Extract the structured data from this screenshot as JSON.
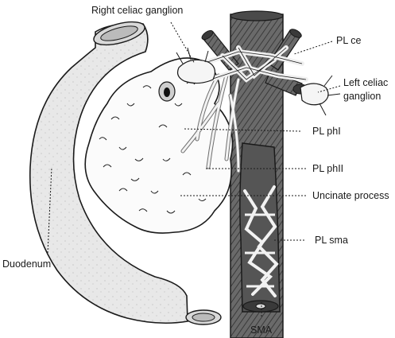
{
  "labels": {
    "right_celiac_ganglion": "Right celiac ganglion",
    "pl_ce": "PL ce",
    "left_celiac_ganglion_line1": "Left celiac",
    "left_celiac_ganglion_line2": "ganglion",
    "pl_phi": "PL phI",
    "pl_phii": "PL phII",
    "uncinate_process": "Uncinate process",
    "pl_sma": "PL sma",
    "duodenum": "Duodenum",
    "sma": "SMA"
  },
  "colors": {
    "ink": "#1a1a1a",
    "vessel_fill": "#5a5a5a",
    "vessel_dark": "#2e2e2e",
    "organ_fill": "#f4f4f4",
    "duodenum_fill": "#e6e6e6"
  }
}
